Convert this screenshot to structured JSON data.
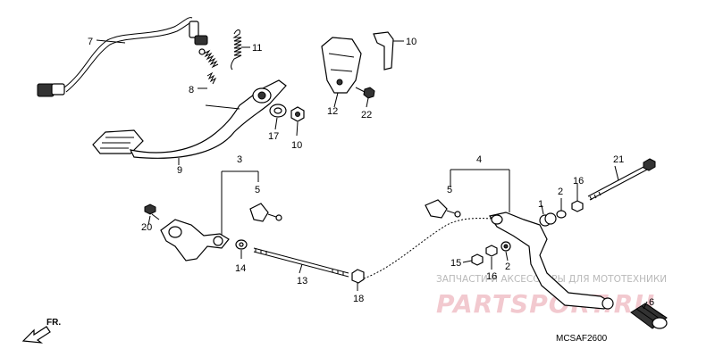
{
  "callouts": {
    "c1": "1",
    "c2a": "2",
    "c2b": "2",
    "c3": "3",
    "c4": "4",
    "c5a": "5",
    "c5b": "5",
    "c6": "6",
    "c7": "7",
    "c8": "8",
    "c9": "9",
    "c10a": "10",
    "c10b": "10",
    "c11": "11",
    "c12": "12",
    "c13": "13",
    "c14": "14",
    "c15": "15",
    "c16a": "16",
    "c16b": "16",
    "c17": "17",
    "c18": "18",
    "c20": "20",
    "c21": "21",
    "c22": "22"
  },
  "diagram_code": "MCSAF2600",
  "direction_label": "FR.",
  "watermark": {
    "tagline": "ЗАПЧАСТИ И АКСЕССУАРЫ ДЛЯ МОТОТЕХНИКИ",
    "logo": "PARTSPORT.RU"
  },
  "colors": {
    "ink": "#000000",
    "watermark": "#f2c9cf",
    "tagline": "#b9b9b9"
  }
}
